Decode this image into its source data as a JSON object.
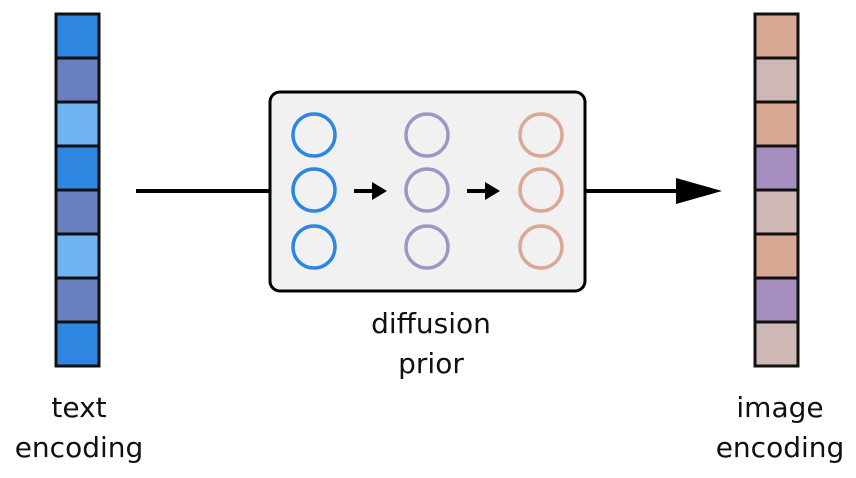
{
  "text_encoding": {
    "label_line1": "text",
    "label_line2": "encoding",
    "cell_colors": [
      "#2f86e0",
      "#6a7fbf",
      "#6fb3f2",
      "#2f86e0",
      "#6a7fbf",
      "#6fb3f2",
      "#6a7fbf",
      "#2f86e0"
    ]
  },
  "prior": {
    "label_line1": "diffusion",
    "label_line2": "prior",
    "box_fill": "#f1f1f1",
    "columns": [
      {
        "color": "#2f86e0",
        "count": 3
      },
      {
        "color": "#a394c6",
        "count": 3
      },
      {
        "color": "#dba898",
        "count": 3
      }
    ]
  },
  "image_encoding": {
    "label_line1": "image",
    "label_line2": "encoding",
    "cell_colors": [
      "#d8a895",
      "#ceb8b5",
      "#d8a895",
      "#a68fc0",
      "#ceb8b5",
      "#d8a895",
      "#a68fc0",
      "#ceb8b5"
    ]
  }
}
